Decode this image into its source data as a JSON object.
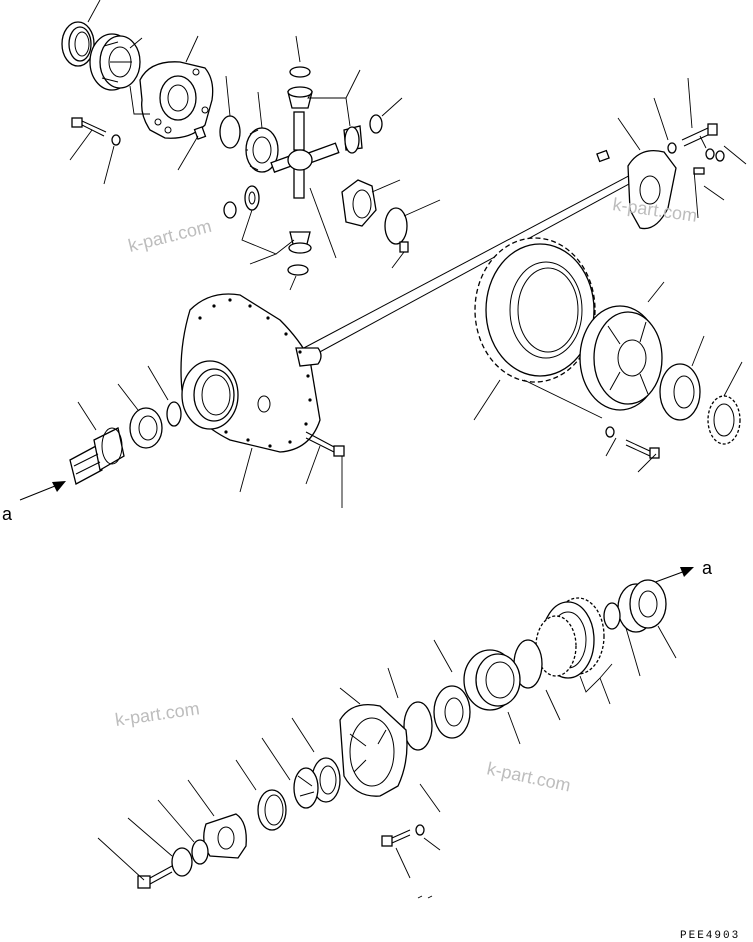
{
  "diagram": {
    "connector_label_top": "a",
    "connector_label_bottom": "a",
    "watermark": "k-part.com",
    "drawing_code": "PEE4903"
  }
}
